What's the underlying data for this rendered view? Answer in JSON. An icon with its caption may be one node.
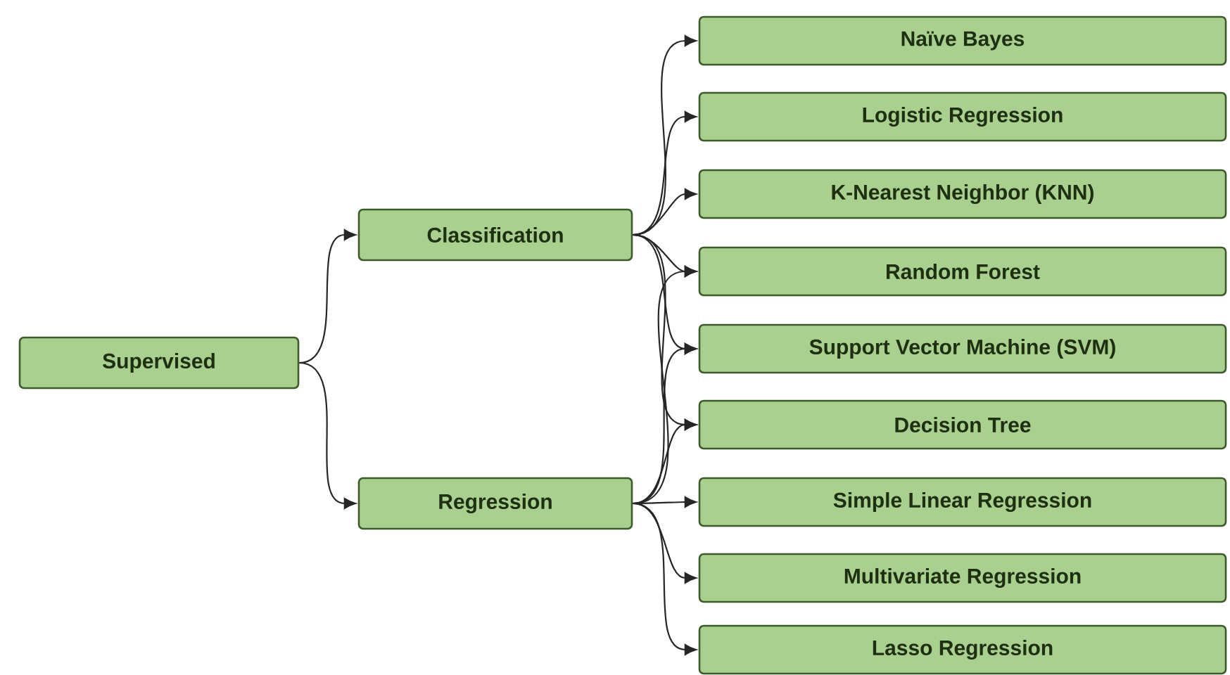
{
  "diagram": {
    "nodes": [
      {
        "text": [
          "Supervised"
        ]
      },
      {
        "text": [
          "Classification"
        ]
      },
      {
        "text": [
          "Regression"
        ]
      },
      {
        "text": [
          "Naïve Bayes"
        ]
      },
      {
        "text": [
          "Logistic Regression"
        ]
      },
      {
        "text": [
          "K-Nearest Neighbor (KNN)"
        ]
      },
      {
        "text": [
          "Random Forest"
        ]
      },
      {
        "text": [
          "Support Vector Machine (SVM)"
        ]
      },
      {
        "text": [
          "Decision Tree"
        ]
      },
      {
        "text": [
          "Simple Linear Regression"
        ]
      },
      {
        "text": [
          "Multivariate Regression"
        ]
      },
      {
        "text": [
          "Lasso Regression"
        ]
      }
    ],
    "edges": [
      {
        "from": 0,
        "to": 1,
        "arrow": "to"
      },
      {
        "from": 0,
        "to": 2,
        "arrow": "to"
      },
      {
        "from": 1,
        "to": 3,
        "arrow": "to"
      },
      {
        "from": 1,
        "to": 4,
        "arrow": "to"
      },
      {
        "from": 1,
        "to": 5,
        "arrow": "to"
      },
      {
        "from": 1,
        "to": 6,
        "arrow": "to"
      },
      {
        "from": 1,
        "to": 7,
        "arrow": "to"
      },
      {
        "from": 1,
        "to": 8,
        "arrow": "to"
      },
      {
        "from": 2,
        "to": 6,
        "arrow": "to"
      },
      {
        "from": 2,
        "to": 7,
        "arrow": "to"
      },
      {
        "from": 2,
        "to": 8,
        "arrow": "to"
      },
      {
        "from": 2,
        "to": 9,
        "arrow": "to"
      },
      {
        "from": 2,
        "to": 10,
        "arrow": "to"
      },
      {
        "from": 2,
        "to": 11,
        "arrow": "to"
      }
    ]
  }
}
